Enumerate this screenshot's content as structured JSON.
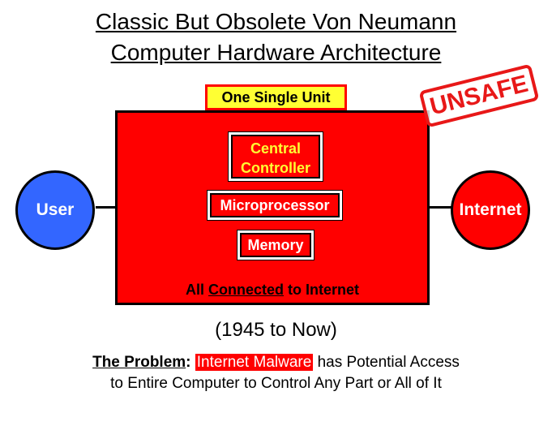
{
  "title": {
    "line1": "Classic But Obsolete Von Neumann",
    "line2": "Computer Hardware Architecture"
  },
  "unit_label": "One Single Unit",
  "stamp": "UNSAFE",
  "components": {
    "controller_line1": "Central",
    "controller_line2": "Controller",
    "microprocessor": "Microprocessor",
    "memory": "Memory"
  },
  "connected": {
    "prefix": "All ",
    "emphasis": "Connected",
    "suffix": " to Internet"
  },
  "user_label": "User",
  "internet_label": "Internet",
  "years": "(1945 to Now)",
  "problem": {
    "label": "The Problem",
    "colon": ":",
    "highlight": "Internet Malware",
    "line1_rest": " has Potential Access",
    "line2": "to Entire Computer to Control Any Part or All of It"
  },
  "colors": {
    "red": "#ff0000",
    "blue": "#3366ff",
    "yellow": "#ffff33"
  }
}
